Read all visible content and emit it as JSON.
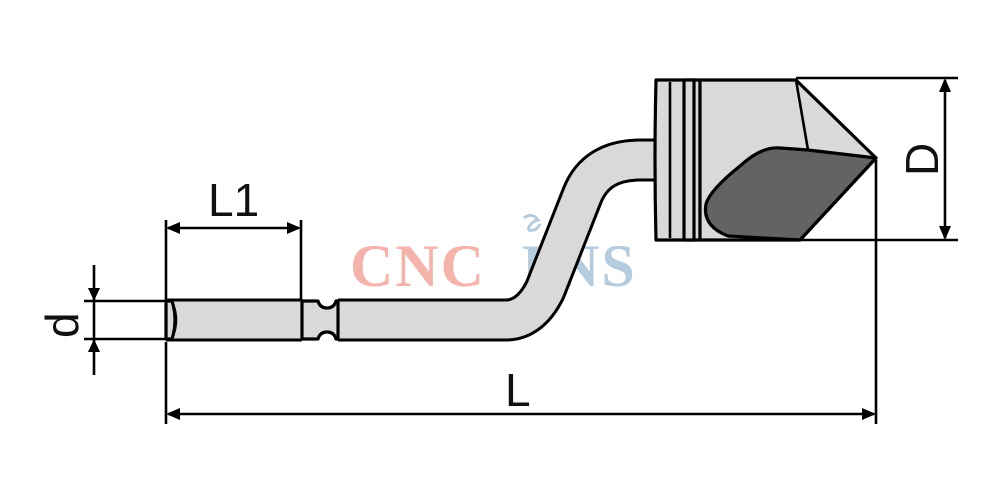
{
  "diagram": {
    "labels": {
      "L1": "L1",
      "d": "d",
      "L": "L",
      "D": "D"
    },
    "watermark": {
      "part1": "CNC",
      "part2": "I",
      "part3": "NS",
      "color1": "#f4a79d",
      "color2": "#a9c3d9"
    },
    "colors": {
      "body_fill": "#d9d9d9",
      "insert_fill": "#636363",
      "stroke": "#000000"
    }
  }
}
